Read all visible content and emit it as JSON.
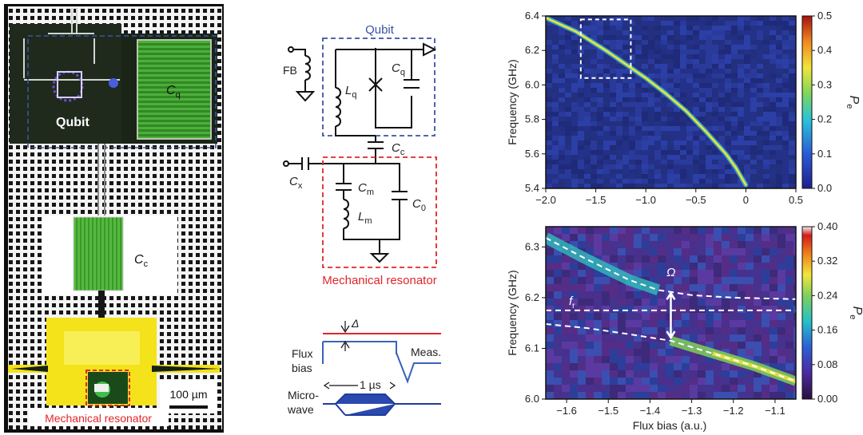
{
  "panel_micrograph": {
    "qubit_label": "Qubit",
    "cq_label": "C",
    "cq_sub": "q",
    "cc_label": "C",
    "cc_sub": "c",
    "scale_label": "100 µm",
    "mech_label": "Mechanical resonator",
    "colors": {
      "chip": "#1f2a1d",
      "cap": "#3aa12e",
      "pad": "#f4e21a",
      "red_box": "#e0262a",
      "blue_box": "#3a52a8"
    }
  },
  "panel_circuit": {
    "qubit_title": "Qubit",
    "fb_label": "FB",
    "lq": "L",
    "lq_sub": "q",
    "cq": "C",
    "cq_sub": "q",
    "cc": "C",
    "cc_sub": "c",
    "cx": "C",
    "cx_sub": "x",
    "cm": "C",
    "cm_sub": "m",
    "lm": "L",
    "lm_sub": "m",
    "c0": "C",
    "c0_sub": "0",
    "mech_title": "Mechanical resonator",
    "delta": "Δ",
    "flux_line1": "Flux",
    "flux_line2": "bias",
    "meas": "Meas.",
    "pulse_len": "1 µs",
    "mw_line1": "Micro-",
    "mw_line2": "wave"
  },
  "chart_data": [
    {
      "type": "heatmap",
      "xlabel": "",
      "ylabel": "Frequency (GHz)",
      "xlim": [
        -2.0,
        0.5
      ],
      "ylim": [
        5.4,
        6.4
      ],
      "x_ticks": [
        "−2.0",
        "−1.5",
        "−1.0",
        "−0.5",
        "0",
        "0.5"
      ],
      "y_ticks": [
        "5.4",
        "5.6",
        "5.8",
        "6.0",
        "6.2",
        "6.4"
      ],
      "colorbar": {
        "label": "P",
        "label_sub": "e",
        "min": 0.0,
        "max": 0.5,
        "ticks": [
          "0.0",
          "0.1",
          "0.2",
          "0.3",
          "0.4",
          "0.5"
        ]
      },
      "curve": {
        "x": [
          -2.0,
          -1.7,
          -1.4,
          -1.2,
          -1.0,
          -0.8,
          -0.6,
          -0.4,
          -0.2,
          -0.1,
          0.0
        ],
        "y": [
          6.39,
          6.31,
          6.2,
          6.12,
          6.04,
          5.95,
          5.85,
          5.73,
          5.6,
          5.52,
          5.42
        ]
      },
      "zoom_box": {
        "x": [
          -1.65,
          -1.15
        ],
        "y": [
          6.04,
          6.38
        ]
      }
    },
    {
      "type": "heatmap",
      "xlabel": "Flux bias (a.u.)",
      "ylabel": "Frequency (GHz)",
      "xlim": [
        -1.65,
        -1.05
      ],
      "ylim": [
        6.0,
        6.34
      ],
      "x_ticks": [
        "−1.6",
        "−1.5",
        "−1.4",
        "−1.3",
        "−1.2",
        "−1.1"
      ],
      "y_ticks": [
        "6.0",
        "6.1",
        "6.2",
        "6.3"
      ],
      "colorbar": {
        "label": "P",
        "label_sub": "e",
        "min": 0.0,
        "max": 0.4,
        "ticks": [
          "0.00",
          "0.08",
          "0.16",
          "0.24",
          "0.32",
          "0.40"
        ]
      },
      "fr_label": "f",
      "fr_sub": "r",
      "omega_label": "Ω",
      "fr_level": 6.175,
      "upper_branch": {
        "x": [
          -1.65,
          -1.55,
          -1.45,
          -1.38,
          -1.3,
          -1.2,
          -1.1,
          -1.05
        ],
        "y": [
          6.318,
          6.275,
          6.235,
          6.215,
          6.205,
          6.2,
          6.198,
          6.197
        ]
      },
      "lower_branch": {
        "x": [
          -1.65,
          -1.55,
          -1.45,
          -1.35,
          -1.25,
          -1.15,
          -1.05
        ],
        "y": [
          6.148,
          6.14,
          6.128,
          6.115,
          6.09,
          6.065,
          6.035
        ]
      }
    }
  ]
}
